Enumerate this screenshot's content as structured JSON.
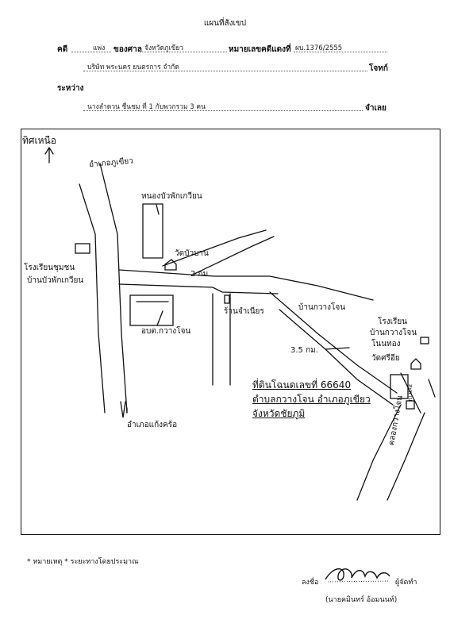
{
  "header": {
    "title": "แผนที่สังเขป",
    "case_label": "คดี",
    "case_type": "แพ่ง",
    "court_label": "ของศาล",
    "court_value": "จังหวัดภูเขียว",
    "red_no_label": "หมายเลขคดีแดงที่",
    "red_no_value": "ผบ.1376/2555",
    "plaintiff_value": "บริษัท พระนคร ยนตรการ จำกัด",
    "plaintiff_label": "โจทก์",
    "between_label": "ระหว่าง",
    "defendant_value": "นางลำดวน ชื่นชม ที่ 1 กับพวกรวม 3 คน",
    "defendant_label": "จำเลย"
  },
  "map": {
    "north_label": "ทิศเหนือ",
    "amphoe_phukhiao_top": "อำเภอภูเขียว",
    "nongbua_label": "หนองบัวพักเกวียน",
    "temple_label": "วัดบัวบาน",
    "distance_2km": "2 กม.",
    "school_label_1": "โรงเรียนชุมชน",
    "school_label_2": "บ้านบัวพักเกวียน",
    "obt_label": "อบต.กวางโจน",
    "shop_label": "ร้านจำเนียร",
    "ban_kwangjon_label": "บ้านกวางโจน",
    "distance_3_5km": "3.5 กม.",
    "school_right_1": "โรงเรียน",
    "school_right_2": "บ้านกวางโจน",
    "school_right_3": "โนนทอง",
    "temple_right": "วัดศรีอีย",
    "land_1": "ที่ดินโฉนดเลขที่ 66640",
    "land_2": "ตำบลกวางโจน อำเภอภูเขียว",
    "land_3": "จังหวัดชัยภูมิ",
    "amphoe_kaengkhro": "อำเภอแก้งคร้อ",
    "canal_label": "คลองกวางโจน",
    "bridge_label": "สะพาน"
  },
  "footer": {
    "note": "* หมายเหตุ * ระยะทางโดยประมาณ",
    "sign_label": "ลงชื่อ",
    "maker_label": "ผู้จัดทำ",
    "name": "(นายคมินทร์ อ้อมนนท์)"
  }
}
